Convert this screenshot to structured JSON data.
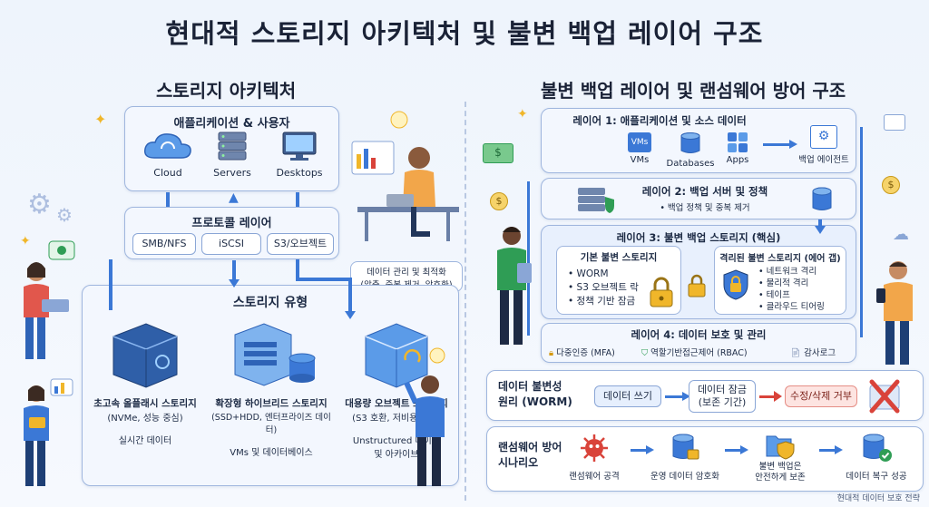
{
  "title": "현대적 스토리지 아키텍처 및 불변 백업 레이어 구조",
  "left": {
    "section_title": "스토리지 아키텍처",
    "apps_panel": {
      "title": "애플리케이션 & 사용자",
      "items": [
        {
          "label": "Cloud",
          "icon": "cloud-icon"
        },
        {
          "label": "Servers",
          "icon": "server-rack-icon"
        },
        {
          "label": "Desktops",
          "icon": "monitor-icon"
        }
      ]
    },
    "protocol_panel": {
      "title": "프로토콜 레이어",
      "items": [
        "SMB/NFS",
        "iSCSI",
        "S3/오브젝트"
      ]
    },
    "data_mgmt_note": {
      "line1": "데이터 관리 및 최적화",
      "line2": "(압축, 중복 제거, 암호화)"
    },
    "storage_panel": {
      "title": "스토리지 유형",
      "types": [
        {
          "name": "초고속 올플래시 스토리지",
          "detail": "(NVMe, 성능 중심)",
          "use": "실시간 데이터",
          "icon": "flash-server-icon"
        },
        {
          "name": "확장형 하이브리드 스토리지",
          "detail": "(SSD+HDD, 엔터프라이즈 데이터)",
          "use": "VMs 및 데이터베이스",
          "icon": "hybrid-storage-icon"
        },
        {
          "name": "대용량 오브젝트 스토리지",
          "detail": "(S3 호환, 저비용 보관)",
          "use": "Unstructured 데이터\n및 아카이브",
          "icon": "object-storage-icon"
        }
      ]
    }
  },
  "right": {
    "section_title": "불변 백업 레이어 및 랜섬웨어 방어 구조",
    "layer1": {
      "title": "레이어 1: 애플리케이션 및 소스 데이터",
      "items": [
        {
          "label": "VMs",
          "icon": "vms-icon"
        },
        {
          "label": "Databases",
          "icon": "database-icon"
        },
        {
          "label": "Apps",
          "icon": "apps-grid-icon"
        }
      ],
      "agent": "백업 에이전트"
    },
    "layer2": {
      "title": "레이어 2: 백업 서버 및 정책",
      "subtitle": "• 백업 정책 및 중복 제거"
    },
    "layer3": {
      "title": "레이어 3: 불변 백업 스토리지 (핵심)",
      "basic": {
        "title": "기본 불변 스토리지",
        "bullets": [
          "WORM",
          "S3 오브젝트 락",
          "정책 기반 잠금"
        ]
      },
      "isolated": {
        "title": "격리된 불변 스토리지 (에어 갭)",
        "bullets": [
          "네트워크 격리",
          "물리적 격리",
          "테이프",
          "클라우드 티어링"
        ]
      }
    },
    "layer4": {
      "title": "레이어 4: 데이터 보호 및 관리",
      "items": [
        "다중인증 (MFA)",
        "역할기반접근제어 (RBAC)",
        "감사로그"
      ]
    },
    "worm": {
      "title_line1": "데이터 불변성",
      "title_line2": "원리 (WORM)",
      "step1": "데이터 쓰기",
      "step2_line1": "데이터 잠금",
      "step2_line2": "(보존 기간)",
      "step3": "수정/삭제 거부"
    },
    "ransomware": {
      "title_line1": "랜섬웨어 방어",
      "title_line2": "시나리오",
      "steps": [
        "랜섬웨어 공격",
        "운영 데이터 암호화",
        "불변 백업은\n안전하게 보존",
        "데이터 복구 성공"
      ]
    }
  },
  "footer": "현대적 데이터 보호 전략",
  "colors": {
    "accent": "#3b78d6",
    "panel_border": "#9fb6de",
    "danger": "#d9433a",
    "success": "#2f9d55",
    "lock": "#f0b62a"
  }
}
